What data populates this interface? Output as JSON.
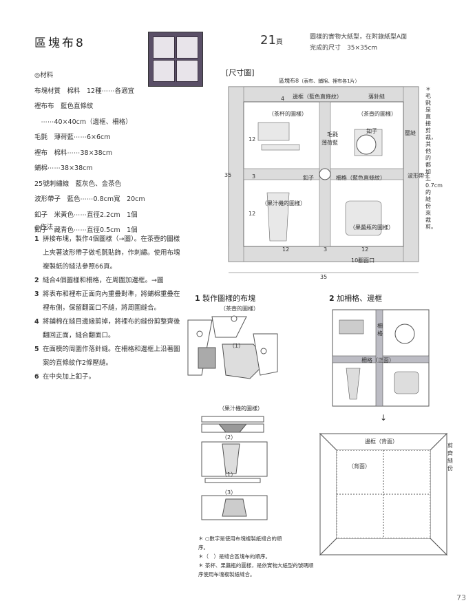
{
  "header": {
    "title": "區塊布8",
    "page_label": "21",
    "page_suffix": "頁",
    "pattern_line1": "圖樣的實物大紙型，在附錄紙型A面",
    "pattern_line2": "完成的尺寸　35×35cm"
  },
  "materials": [
    "◎材料",
    "布塊材質　棉料　12種⋯⋯各適宜",
    "裡布布　藍色直條紋",
    "　⋯⋯40×40cm（邊框、柵格）",
    "毛氈　薄荷藍⋯⋯6×6cm",
    "裡布　棉料⋯⋯38×38cm",
    "鋪棉⋯⋯38×38cm",
    "25號刺繡線　藍灰色、金茶色",
    "波形帶子　藍色⋯⋯0.8cm寬　20cm",
    "釦子　米黃色⋯⋯直徑2.2cm　1個",
    "釦子　藏青色⋯⋯直徑0.5cm　1個"
  ],
  "method_heading": "◎作法",
  "steps": [
    {
      "n": "1",
      "text": "拼接布塊，製作4個圖樣（→圖）。在茶壺的圖樣上夾著波形帶子做毛氈貼飾，作刺繡。使用布塊複製紙的縫法參照66頁。"
    },
    {
      "n": "2",
      "text": "縫合4個圖樣和柵格，在周圍加邊框。→圖"
    },
    {
      "n": "3",
      "text": "將表布和裡布正面向內重疊對準，將鋪棉重疊在裡布側，保留翻面口不縫，將周圍縫合。"
    },
    {
      "n": "4",
      "text": "將鋪棉在縫目邊緣剪掉，將裡布的縫份剪整齊後翻回正面，縫合翻面口。"
    },
    {
      "n": "5",
      "text": "在面模的周圍作落針縫。在柵格和邊框上沿著圖案的直條紋作2條壓縫。"
    },
    {
      "n": "6",
      "text": "在中央加上釦子。"
    }
  ],
  "size_diagram": {
    "heading": "[尺寸圖]",
    "block_label": "區塊布8",
    "block_sub": "（表布、鋪棉、裡布各1片）",
    "frame_label": "邊框（藍色直條紋）",
    "drop_stitch": "落針縫",
    "cup_label": "（茶杯的圖樣）",
    "teapot_label": "（茶壺的圖樣）",
    "felt_label": "毛氈",
    "mint_label": "薄荷藍",
    "button_label": "釦子",
    "quilting": "壓縫",
    "wavy_tape": "波形帶子",
    "sash_label": "柵格（藍色直條紋）",
    "button_center": "釦子",
    "juice_label": "（果汁機的圖樣）",
    "jam_label": "（果醬瓶的圖樣）",
    "opening": "10翻面口",
    "dim_35": "35",
    "dim_4": "4",
    "dim_12": "12",
    "dim_3": "3",
    "side_note": "＊毛氈是直接剪裁，其他的都加上0.7cm的縫份來裁剪。"
  },
  "section1": {
    "heading_num": "1",
    "heading": "製作圖樣的布塊",
    "teapot_sub": "（茶壺的圖樣）",
    "juice_sub": "（果汁機的圖樣）",
    "step_labels": [
      "（1）",
      "（2）",
      "（1）",
      "（3）"
    ]
  },
  "section2": {
    "heading_num": "2",
    "heading": "加柵格、邊框",
    "sash_vertical": "柵格",
    "sash_front": "柵格（正面）",
    "frame_back": "邊框（背面）",
    "back_label": "（背面）",
    "trim_label": "剪齊縫份"
  },
  "notes": [
    "＊ ○數字是使用布塊複製紙縫合的順序。",
    "＊（　）是縫合區塊布的順序。",
    "＊ 茶杯、果醬瓶的圖樣，是依實物大紙型的號碼順序使用布塊複製紙縫合。"
  ],
  "footer": {
    "page_number": "73"
  },
  "colors": {
    "navy": "#5a4f67",
    "stripe": "#bcbcc4",
    "gray": "#c8c8c8"
  }
}
